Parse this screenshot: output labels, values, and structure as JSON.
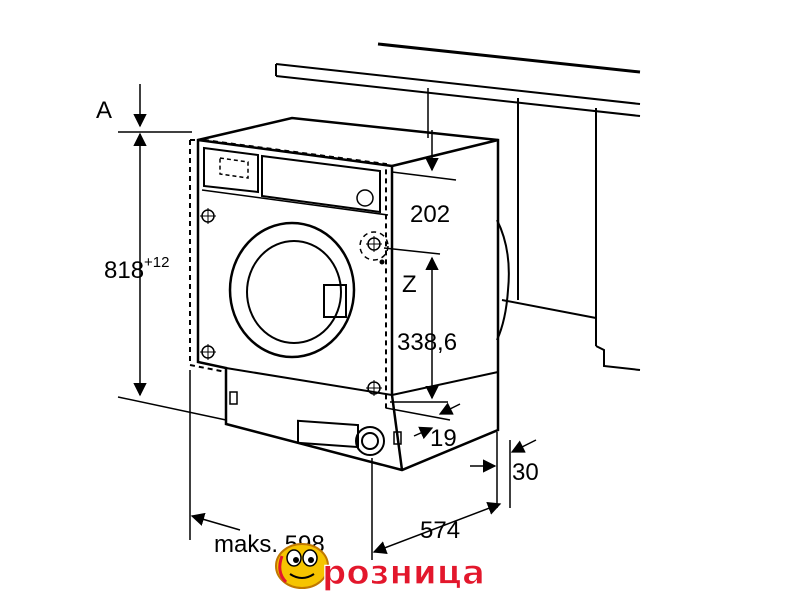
{
  "dimensions": {
    "label_a": "A",
    "height": "818",
    "height_tolerance": "+12",
    "top_gap": "202",
    "label_z": "Z",
    "hose_height": "338,6",
    "front_offset": "19",
    "rear_gap": "30",
    "depth": "574",
    "max_width": "maks. 598"
  },
  "logo": {
    "text": "розница",
    "colors": {
      "fill": "#e3172c",
      "outline": "#ffffff",
      "mascot": "#f6c400"
    }
  },
  "icons": [
    "mascot-icon"
  ]
}
